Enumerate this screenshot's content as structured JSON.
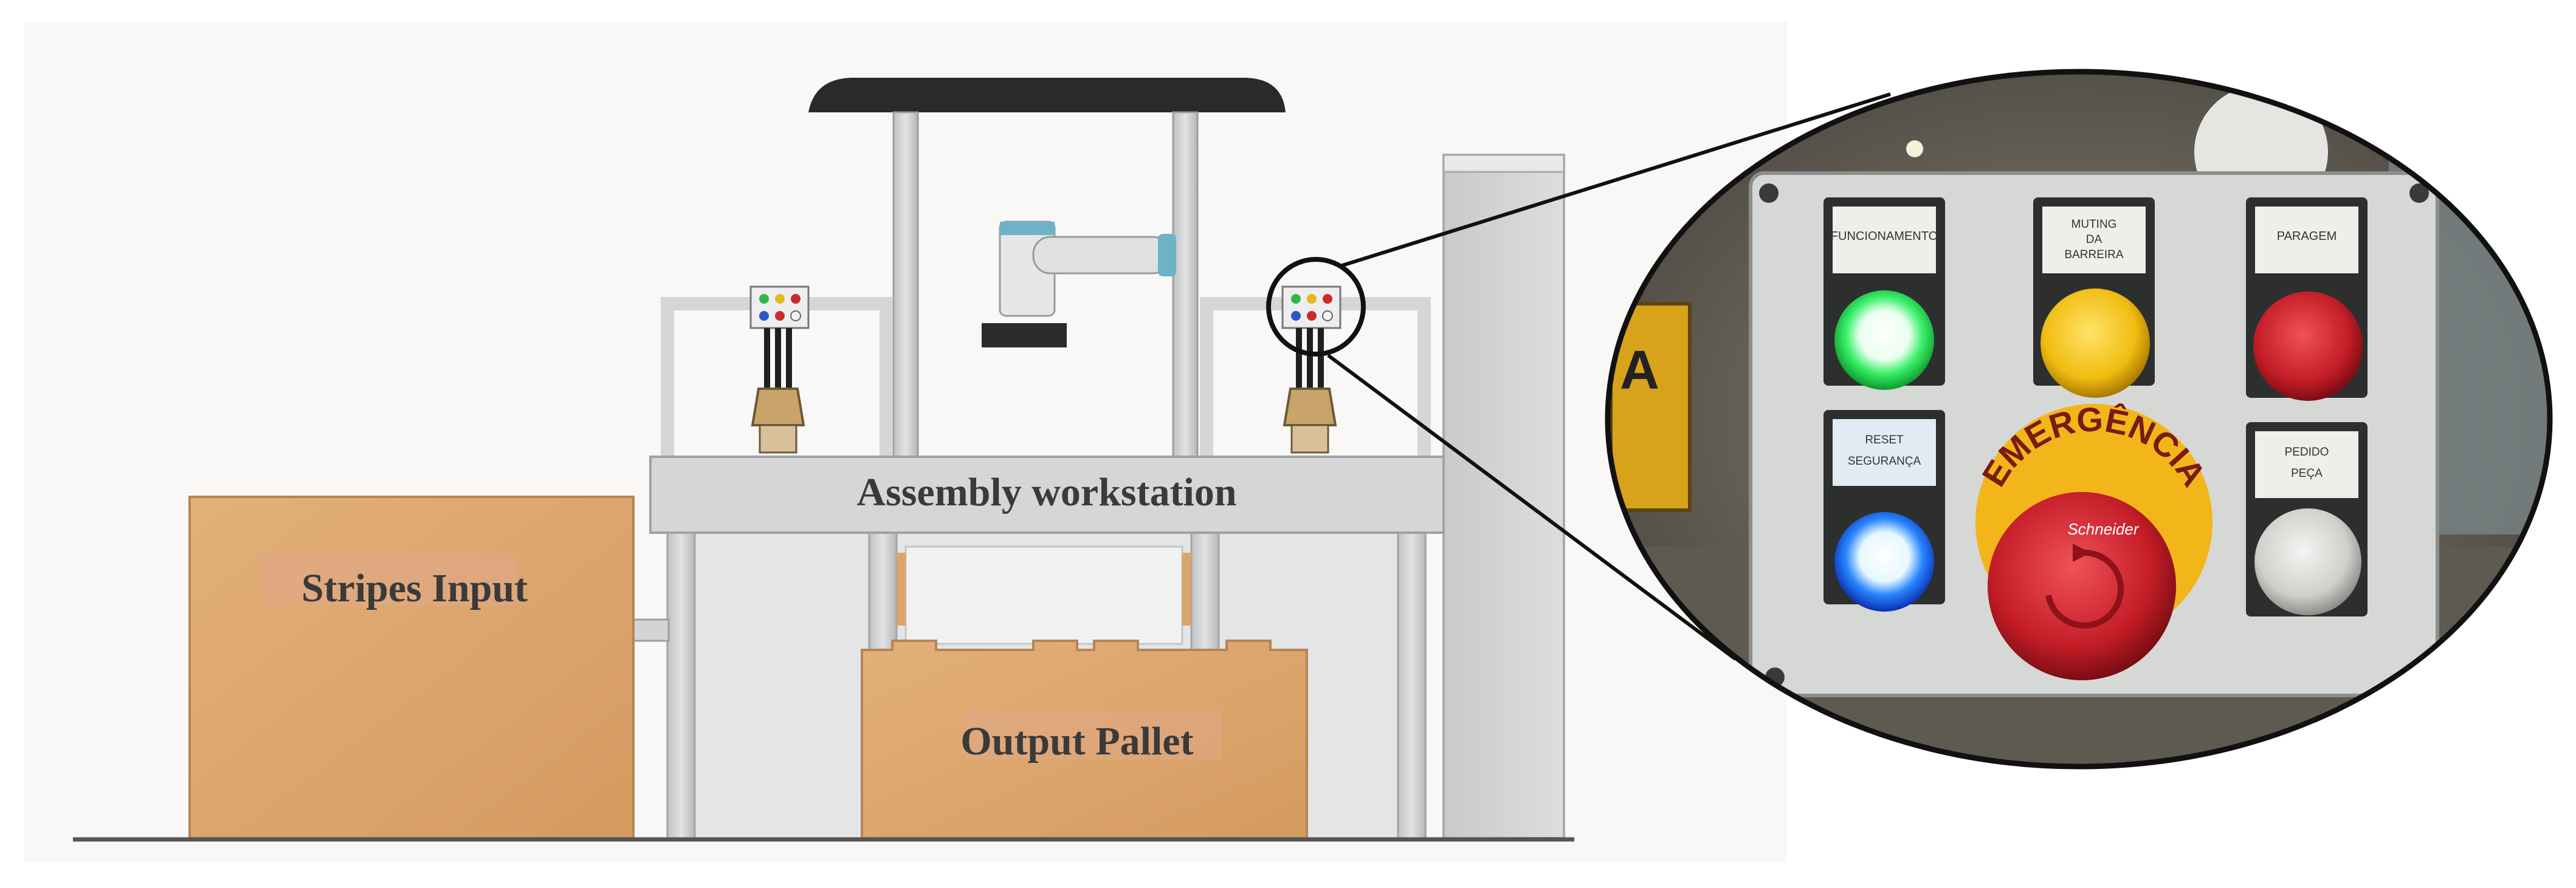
{
  "labels": {
    "assembly_workstation": "Assembly workstation",
    "stripes_input": "Stripes Input",
    "output_pallet": "Output Pallet"
  },
  "control_panel": {
    "funcionamento": "FUNCIONAMENTO",
    "muting_line1": "MUTING",
    "muting_line2": "DA",
    "muting_line3": "BARREIRA",
    "paragem": "PARAGEM",
    "reset_line1": "RESET",
    "reset_line2": "SEGURANÇA",
    "pedido_line1": "PEDIDO",
    "pedido_line2": "PEÇA",
    "emergencia": "EMERGÊNCIA",
    "schneider": "Schneider"
  },
  "colors": {
    "box": "#dba46a",
    "frame": "#d9dadb",
    "green_light": "#2ee85a",
    "yellow_button": "#f2c417",
    "red_button": "#c9202a",
    "blue_light": "#1a6dff"
  }
}
